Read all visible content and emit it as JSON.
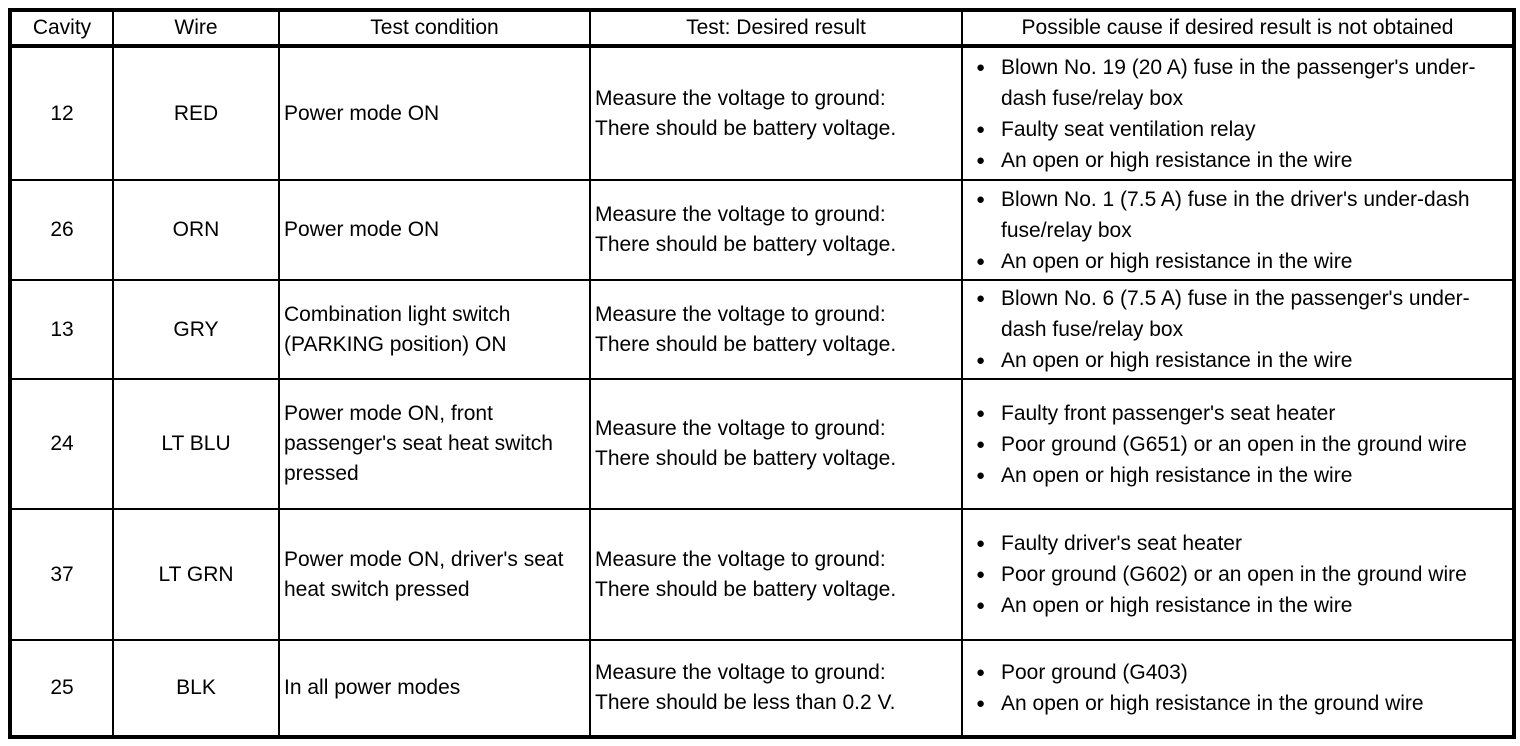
{
  "bullet_glyph": "●",
  "colors": {
    "text": "#000000",
    "border": "#000000",
    "background": "#ffffff"
  },
  "table": {
    "headers": [
      "Cavity",
      "Wire",
      "Test condition",
      "Test: Desired result",
      "Possible cause if desired result is not obtained"
    ],
    "rows": [
      {
        "cavity": "12",
        "wire": "RED",
        "condition": "Power mode ON",
        "result_1": "Measure the voltage to ground:",
        "result_2": "There should be battery voltage.",
        "causes": [
          "Blown No. 19 (20 A) fuse in the passenger's under-dash fuse/relay box",
          "Faulty seat ventilation relay",
          "An open or high resistance in the wire"
        ]
      },
      {
        "cavity": "26",
        "wire": "ORN",
        "condition": "Power mode ON",
        "result_1": "Measure the voltage to ground:",
        "result_2": "There should be battery voltage.",
        "causes": [
          "Blown No. 1 (7.5 A) fuse in the driver's under-dash fuse/relay box",
          "An open or high resistance in the wire"
        ]
      },
      {
        "cavity": "13",
        "wire": "GRY",
        "condition": "Combination light switch (PARKING position) ON",
        "result_1": "Measure the voltage to ground:",
        "result_2": "There should be battery voltage.",
        "causes": [
          "Blown No. 6 (7.5 A) fuse in the passenger's under-dash fuse/relay box",
          "An open or high resistance in the wire"
        ]
      },
      {
        "cavity": "24",
        "wire": "LT BLU",
        "condition": "Power mode ON, front passenger's seat heat switch pressed",
        "result_1": "Measure the voltage to ground:",
        "result_2": "There should be battery voltage.",
        "causes": [
          "Faulty front passenger's seat heater",
          "Poor ground (G651) or an open in the ground wire",
          "An open or high resistance in the wire"
        ]
      },
      {
        "cavity": "37",
        "wire": "LT GRN",
        "condition": "Power mode ON, driver's seat heat switch pressed",
        "result_1": "Measure the voltage to ground:",
        "result_2": "There should be battery voltage.",
        "causes": [
          "Faulty driver's seat heater",
          "Poor ground (G602) or an open in the ground wire",
          "An open or high resistance in the wire"
        ]
      },
      {
        "cavity": "25",
        "wire": "BLK",
        "condition": "In all power modes",
        "result_1": "Measure the voltage to ground:",
        "result_2": "There should be less than 0.2 V.",
        "causes": [
          "Poor ground (G403)",
          "An open or high resistance in the ground wire"
        ]
      }
    ]
  }
}
